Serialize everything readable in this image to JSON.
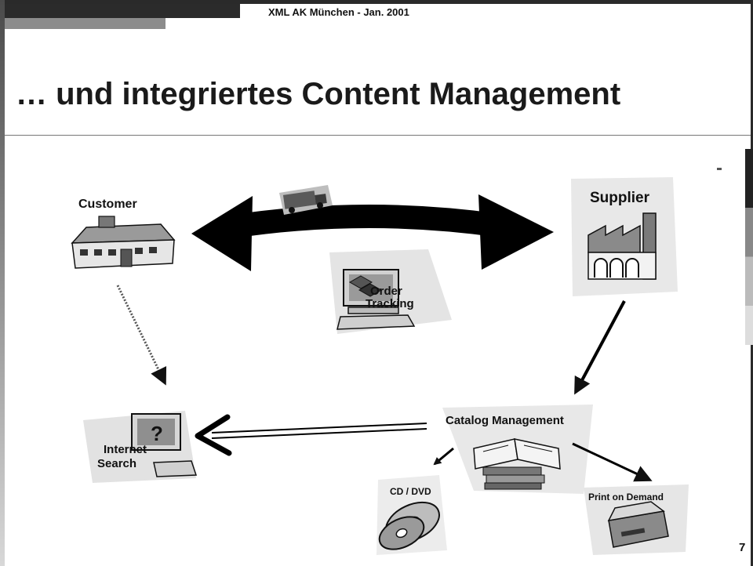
{
  "header": {
    "text": "XML AK München - Jan. 2001"
  },
  "slide": {
    "title": "… und integriertes Content Management",
    "page_number": "7"
  },
  "diagram": {
    "nodes": {
      "customer": "Customer",
      "supplier": "Supplier",
      "order_tracking": [
        "Order",
        "Tracking"
      ],
      "internet_search": [
        "Internet",
        "Search"
      ],
      "catalog_management": "Catalog Management",
      "cd_dvd": "CD / DVD",
      "print_on_demand": "Print on Demand"
    }
  }
}
